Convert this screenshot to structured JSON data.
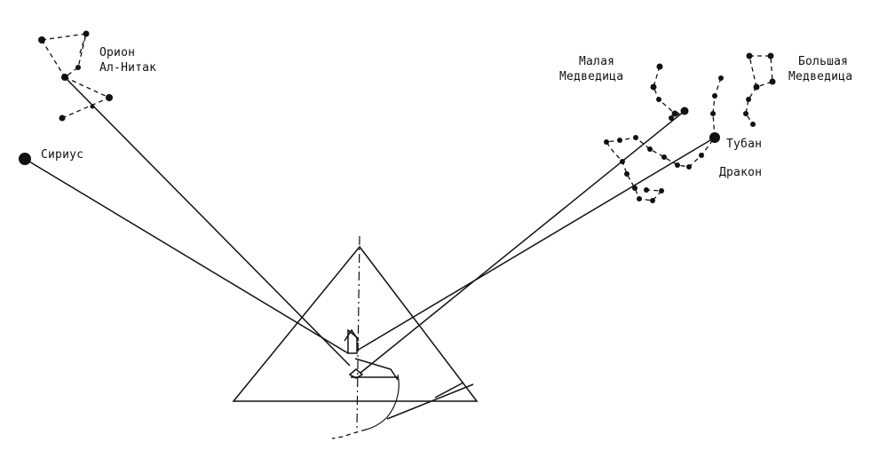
{
  "labels": {
    "orion": "Орион",
    "alnitak": "Ал-Нитак",
    "sirius": "Сириус",
    "ursa_minor_1": "Малая",
    "ursa_minor_2": "Медведица",
    "ursa_major_1": "Большая",
    "ursa_major_2": "Медведица",
    "thuban": "Тубан",
    "draco": "Дракон"
  }
}
